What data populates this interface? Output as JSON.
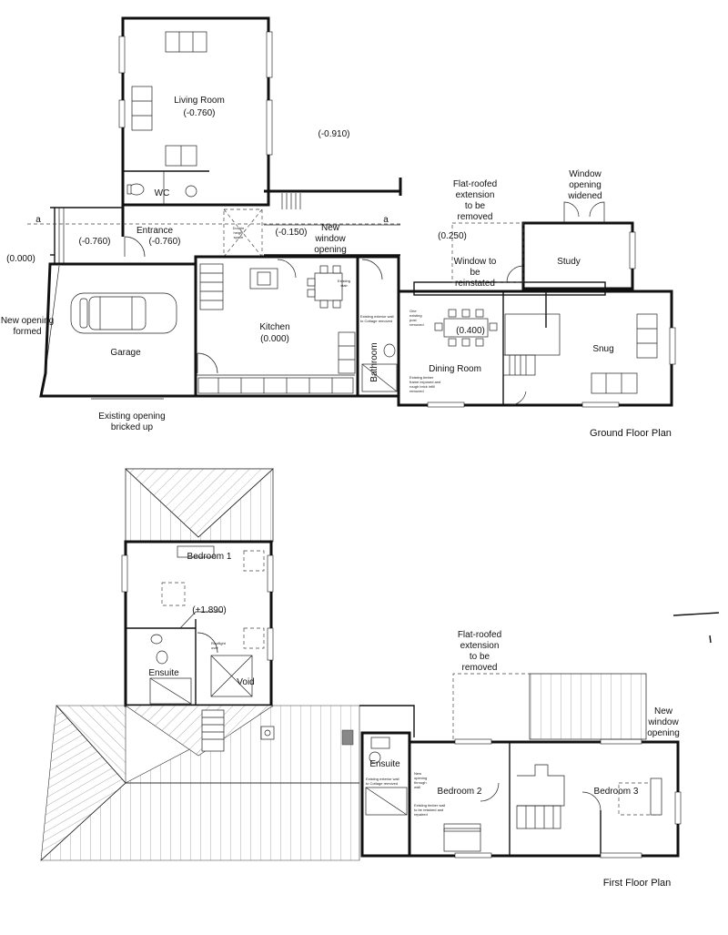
{
  "titles": {
    "ground": "Ground Floor Plan",
    "first": "First Floor Plan"
  },
  "ground": {
    "living_room": "Living Room",
    "living_level": "(-0.760)",
    "wc": "WC",
    "entrance": "Entrance",
    "entrance_level": "(-0.760)",
    "outside_level_left": "(-0.760)",
    "outside_level_far": "(0.000)",
    "outside_level_top": "(-0.910)",
    "hall_level": "(-0.150)",
    "kitchen": "Kitchen",
    "kitchen_level": "(0.000)",
    "garage": "Garage",
    "bathroom": "Bathroom",
    "dining_room": "Dining Room",
    "dining_level": "(0.400)",
    "study": "Study",
    "snug": "Snug",
    "extension_level": "(0.250)",
    "section_a_left": "a",
    "section_a_right": "a",
    "notes": {
      "new_opening": [
        "New opening",
        "formed"
      ],
      "existing_opening": [
        "Existing opening",
        "bricked up"
      ],
      "new_window": [
        "New",
        "window",
        "opening"
      ],
      "flat_roof": [
        "Flat-roofed",
        "extension",
        "to be",
        "removed"
      ],
      "window_reinstated": [
        "Window to",
        "be",
        "reinstated"
      ],
      "window_widened": [
        "Window",
        "opening",
        "widened"
      ]
    },
    "small_notes": {
      "double_height": [
        "Double",
        "height",
        "space"
      ],
      "stair_note": [
        "Existing",
        "stair"
      ],
      "kitchen_wall": [
        "Existing exterior wall",
        "to Cottage removed"
      ],
      "post_removed": [
        "One",
        "existing",
        "post",
        "removed"
      ],
      "timber_frame": [
        "Existing timber",
        "frame exposed and",
        "rough brick infill",
        "removed"
      ]
    }
  },
  "first": {
    "bedroom1": "Bedroom 1",
    "bedroom1_level": "(+1.890)",
    "ensuite1": "Ensuite",
    "void": "Void",
    "ensuite2": "Ensuite",
    "bedroom2": "Bedroom 2",
    "bedroom3": "Bedroom 3",
    "notes": {
      "flat_roof": [
        "Flat-roofed",
        "extension",
        "to be",
        "removed"
      ],
      "new_window": [
        "New",
        "window",
        "opening"
      ]
    },
    "small_notes": {
      "rooflight": [
        "Rooflight",
        "over"
      ],
      "ensuite_wall": [
        "Existing exterior wall",
        "to Cottage removed"
      ],
      "new_opening": [
        "New",
        "opening",
        "through",
        "wall"
      ],
      "exposed_wall": [
        "Existing timber wall",
        "to be retained and",
        "repaired"
      ]
    }
  }
}
